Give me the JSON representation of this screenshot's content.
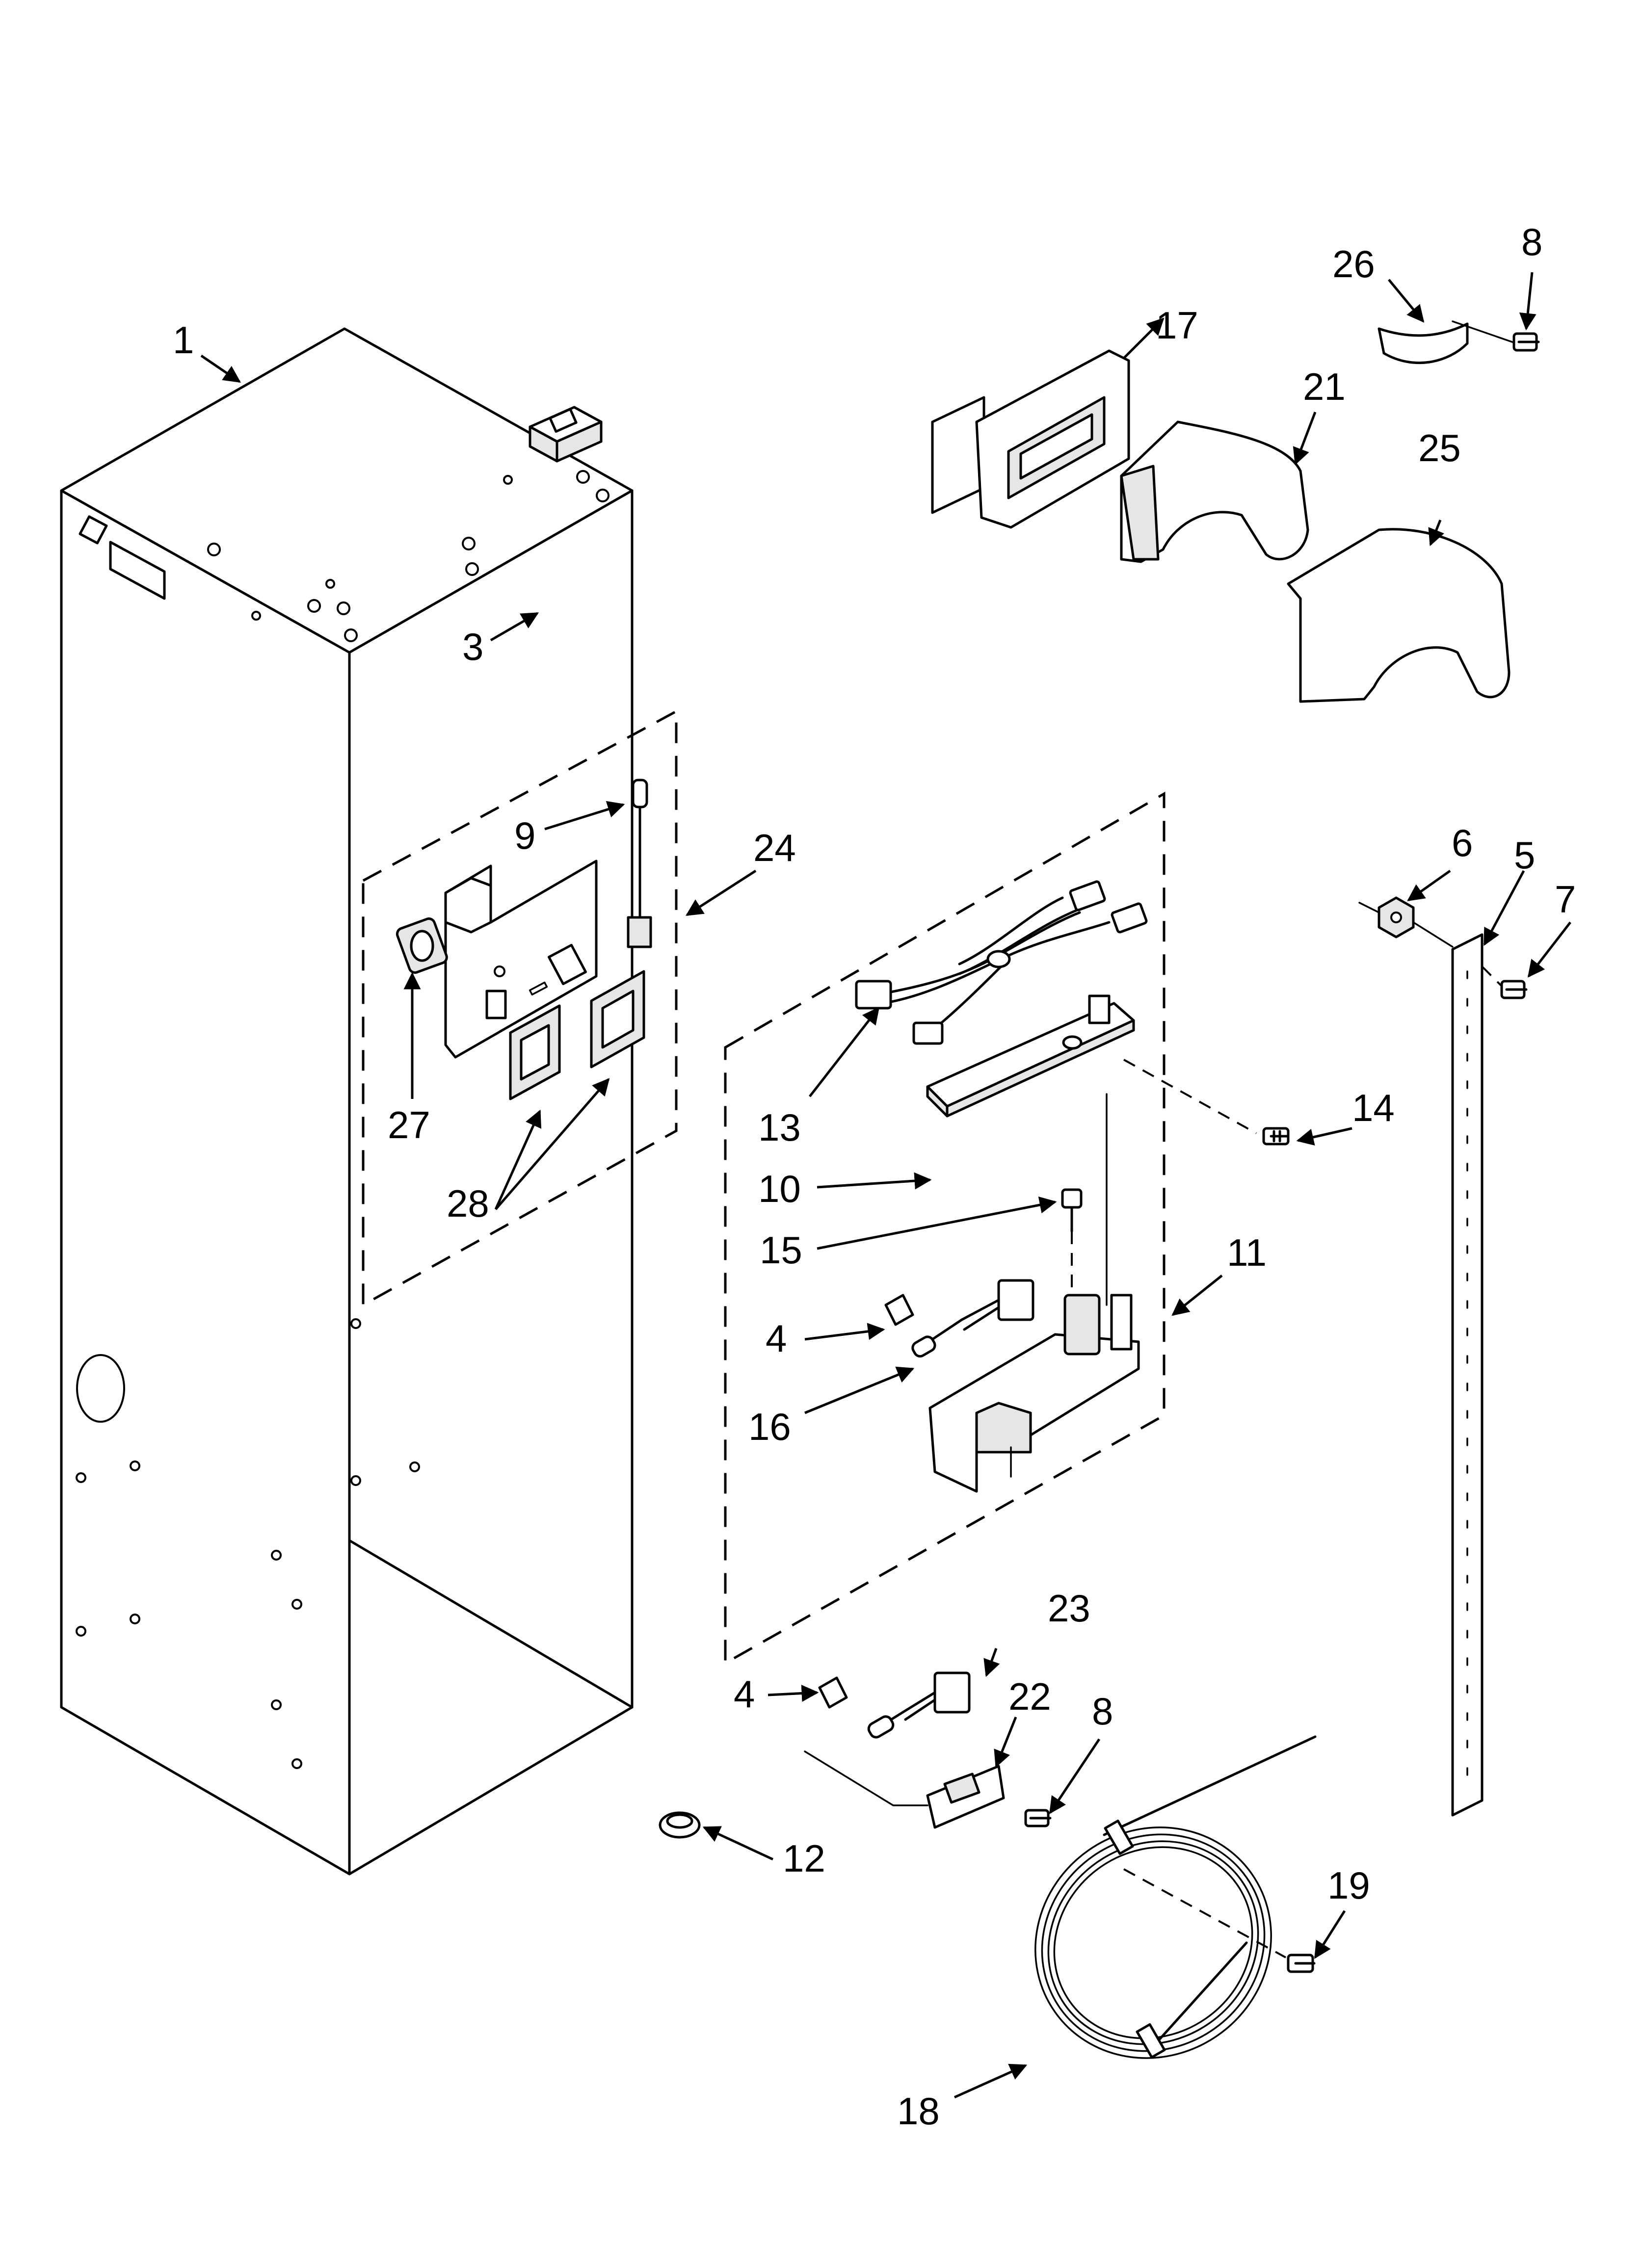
{
  "callouts": [
    {
      "id": "c1",
      "text": "1"
    },
    {
      "id": "c3",
      "text": "3"
    },
    {
      "id": "c4a",
      "text": "4"
    },
    {
      "id": "c4b",
      "text": "4"
    },
    {
      "id": "c5",
      "text": "5"
    },
    {
      "id": "c6",
      "text": "6"
    },
    {
      "id": "c7",
      "text": "7"
    },
    {
      "id": "c8a",
      "text": "8"
    },
    {
      "id": "c8b",
      "text": "8"
    },
    {
      "id": "c9",
      "text": "9"
    },
    {
      "id": "c10",
      "text": "10"
    },
    {
      "id": "c11",
      "text": "11"
    },
    {
      "id": "c12",
      "text": "12"
    },
    {
      "id": "c13",
      "text": "13"
    },
    {
      "id": "c14",
      "text": "14"
    },
    {
      "id": "c15",
      "text": "15"
    },
    {
      "id": "c16",
      "text": "16"
    },
    {
      "id": "c17",
      "text": "17"
    },
    {
      "id": "c18",
      "text": "18"
    },
    {
      "id": "c19",
      "text": "19"
    },
    {
      "id": "c21",
      "text": "21"
    },
    {
      "id": "c22",
      "text": "22"
    },
    {
      "id": "c23",
      "text": "23"
    },
    {
      "id": "c24",
      "text": "24"
    },
    {
      "id": "c25",
      "text": "25"
    },
    {
      "id": "c26",
      "text": "26"
    },
    {
      "id": "c27",
      "text": "27"
    },
    {
      "id": "c28",
      "text": "28"
    }
  ]
}
